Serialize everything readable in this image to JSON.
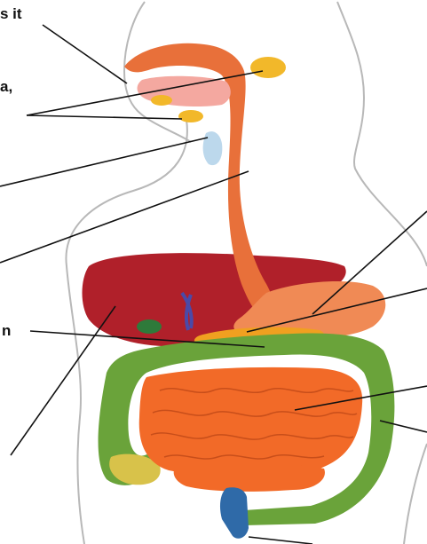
{
  "label_fragments": {
    "top": "s it",
    "upper": "a,",
    "middle": "n"
  },
  "colors": {
    "outline": "#b8b8b8",
    "esophagus": "#e8703a",
    "liver": "#b0202a",
    "stomach": "#f08a55",
    "small_intestine": "#f26a28",
    "large_intestine": "#6aa33a",
    "rectum": "#2f6aa8",
    "salivary_glands": "#f2b82a",
    "gallbladder": "#2e7a3a",
    "pancreas": "#f0a020",
    "trachea": "#bcd8ec",
    "leader_line": "#111111"
  }
}
